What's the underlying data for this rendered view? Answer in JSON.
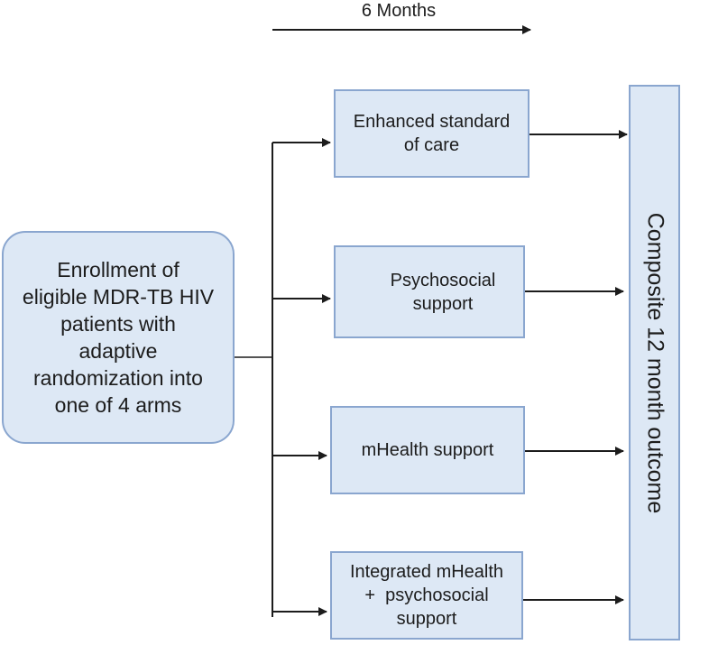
{
  "timeline": {
    "label": "6 Months"
  },
  "enrollment": {
    "text": "Enrollment of eligible MDR-TB HIV patients with adaptive randomization into one of 4 arms",
    "lines": [
      "Enrollment of",
      "eligible MDR-TB HIV",
      "patients with",
      "adaptive",
      "randomization into",
      "one of 4 arms"
    ]
  },
  "arms": [
    {
      "lines": [
        "Enhanced standard",
        "of care"
      ]
    },
    {
      "lines": [
        "Psychosocial",
        "support"
      ]
    },
    {
      "lines": [
        "mHealth support"
      ]
    },
    {
      "lines": [
        "Integrated mHealth",
        "+  psychosocial",
        "support"
      ]
    }
  ],
  "outcome": {
    "label": "Composite 12 month outcome"
  },
  "colors": {
    "box_fill": "#dde8f5",
    "box_border": "#8aa6cf",
    "line": "#1c1c1c"
  }
}
